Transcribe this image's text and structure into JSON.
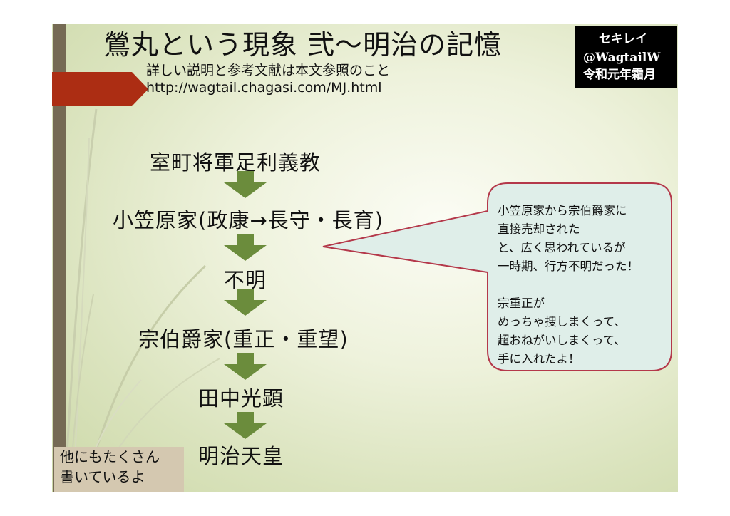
{
  "title": "鶯丸という現象 弐～明治の記憶",
  "subtitle": "詳しい説明と参考文献は本文参照のこと",
  "url": "http://wagtail.chagasi.com/MJ.html",
  "author": {
    "name": "セキレイ",
    "handle": "@WagtailW",
    "date": "令和元年霜月"
  },
  "flow": [
    "室町将軍足利義教",
    "小笠原家(政康→長守・長育)",
    "不明",
    "宗伯爵家(重正・重望)",
    "田中光顕",
    "明治天皇"
  ],
  "callout": "小笠原家から宗伯爵家に\n直接売却された\nと、広く思われているが\n一時期、行方不明だった！\n\n宗重正が\nめっちゃ捜しまくって、\n超おねがいしまくって、\n手に入れたよ！",
  "note": {
    "line1": "他にもたくさん",
    "line2": "書いているよ"
  },
  "colors": {
    "arrow": "#6b8c3c",
    "bubble_fill": "#dfeee9",
    "bubble_stroke": "#b4384a",
    "red_flag": "#ac2d13",
    "side_bar": "#756a54",
    "note_bg": "#d4c8b0"
  }
}
